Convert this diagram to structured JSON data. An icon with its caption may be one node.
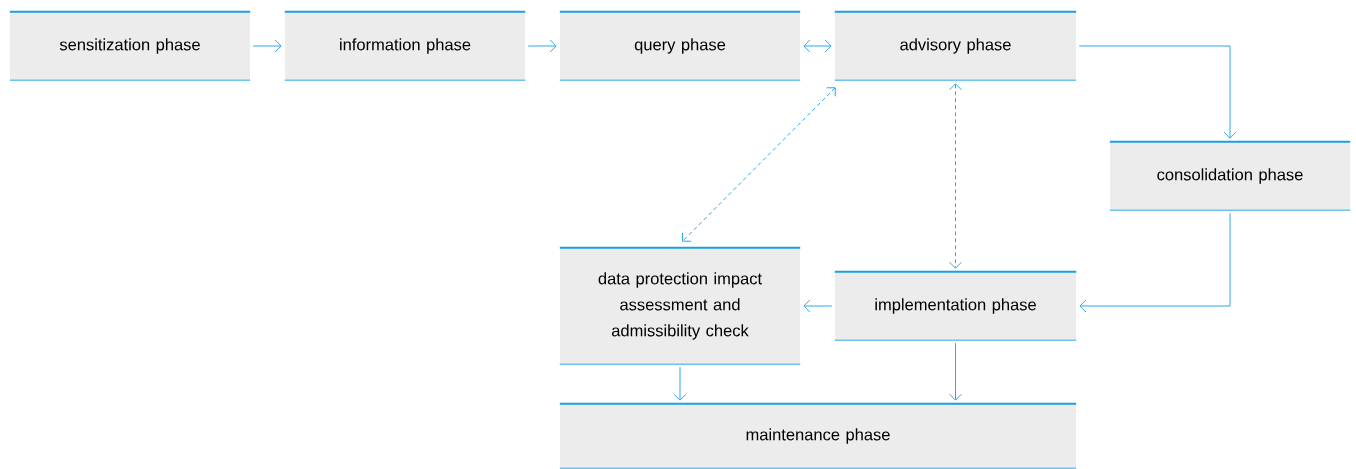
{
  "diagram": {
    "nodes": [
      {
        "text": [
          "sensitization phase"
        ]
      },
      {
        "text": [
          "information phase"
        ]
      },
      {
        "text": [
          "query phase"
        ]
      },
      {
        "text": [
          "advisory phase"
        ]
      },
      {
        "text": [
          "consolidation phase"
        ]
      },
      {
        "text": [
          "data protection impact assessment and admissibility check"
        ]
      },
      {
        "text": [
          "implementation phase"
        ]
      },
      {
        "text": [
          "maintenance phase"
        ]
      }
    ],
    "edges": [
      {
        "from": 0,
        "to": 1,
        "arrow": "to"
      },
      {
        "from": 1,
        "to": 2,
        "arrow": "to"
      },
      {
        "from": 2,
        "to": 3,
        "arrow": "both"
      },
      {
        "from": 3,
        "to": 4,
        "arrow": "to"
      },
      {
        "from": 3,
        "to": 5,
        "arrow": "both",
        "style": "dashed"
      },
      {
        "from": 3,
        "to": 6,
        "arrow": "both",
        "style": "dashed"
      },
      {
        "from": 4,
        "to": 6,
        "arrow": "to"
      },
      {
        "from": 6,
        "to": 5,
        "arrow": "to"
      },
      {
        "from": 5,
        "to": 7,
        "arrow": "to"
      },
      {
        "from": 6,
        "to": 7,
        "arrow": "to"
      }
    ]
  }
}
